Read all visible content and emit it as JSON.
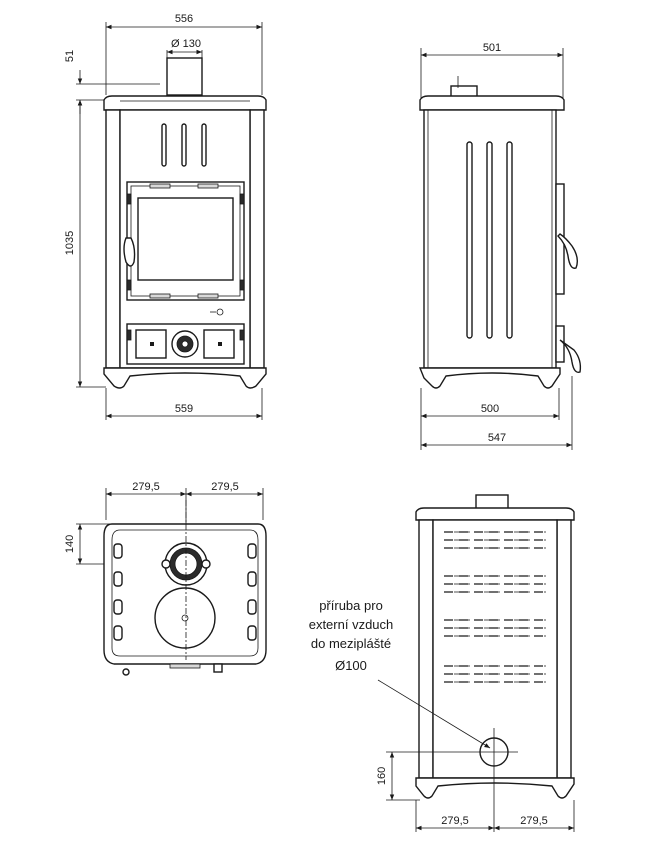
{
  "front_view": {
    "width_top": "556",
    "flue_diameter": "Ø 130",
    "flue_height": "51",
    "height": "1035",
    "width_base": "559"
  },
  "side_view": {
    "depth_top": "501",
    "depth_base": "500",
    "depth_total": "547"
  },
  "top_view": {
    "half_left": "279,5",
    "half_right": "279,5",
    "flue_offset": "140"
  },
  "rear_view": {
    "note_line1": "příruba pro",
    "note_line2": "externí vzduch",
    "note_line3": "do meziplášté",
    "note_diameter": "Ø100",
    "inlet_height": "160",
    "half_left": "279,5",
    "half_right": "279,5"
  }
}
